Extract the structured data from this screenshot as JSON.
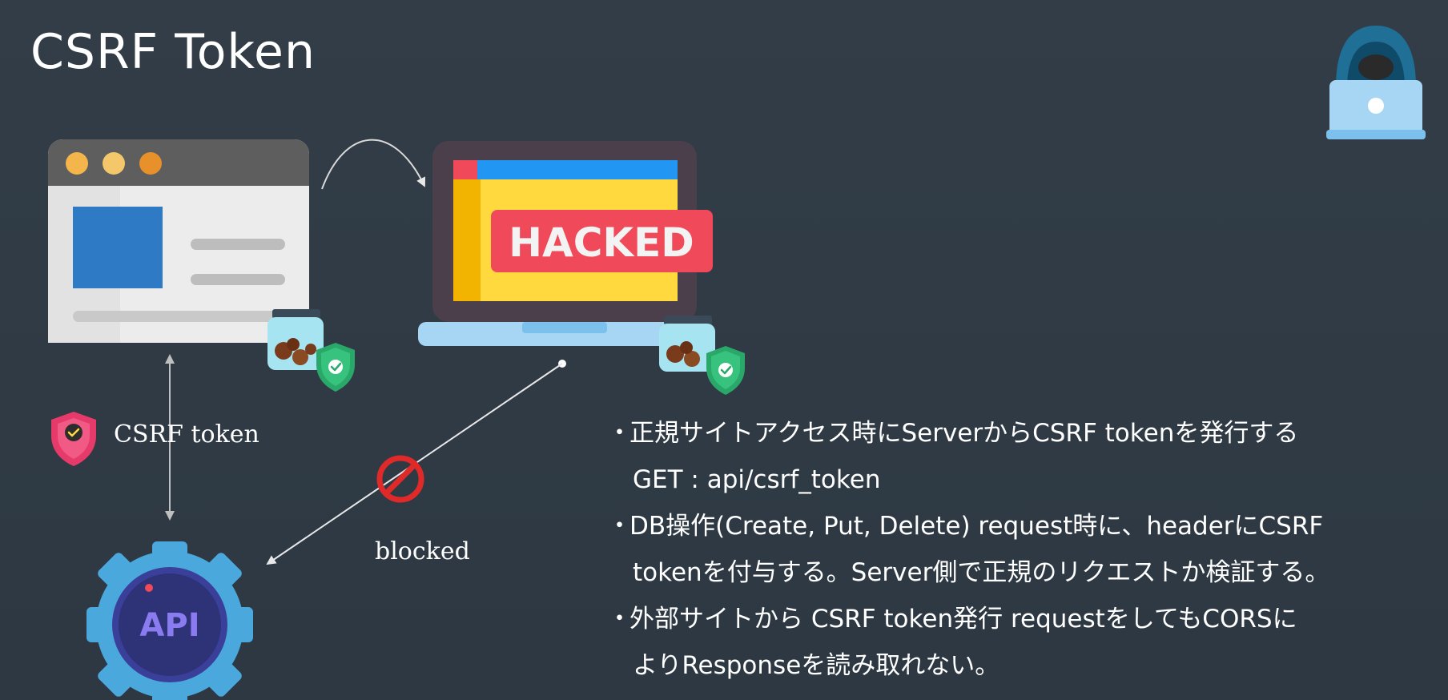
{
  "slide": {
    "title": "CSRF Token"
  },
  "diagram": {
    "browser_label": "",
    "hacked_label": "HACKED",
    "csrf_token_label": "CSRF token",
    "blocked_label": "blocked",
    "api_label": "API"
  },
  "bullets": [
    {
      "dot": "・",
      "lines": [
        "正規サイトアクセス時にServerからCSRF tokenを発行する",
        "GET : api/csrf_token"
      ]
    },
    {
      "dot": "・",
      "lines": [
        "DB操作(Create, Put, Delete) request時に、headerにCSRF",
        "tokenを付与する。Server側で正規のリクエストか検証する。"
      ]
    },
    {
      "dot": "・",
      "lines": [
        "外部サイトから CSRF token発行 requestをしてもCORSに",
        "よりResponseを読み取れない。"
      ]
    }
  ],
  "colors": {
    "background": "#2f3a44",
    "hacked_red": "#f04a5a",
    "screen_yellow": "#ffd93d",
    "api_blue": "#4aa8dc",
    "api_text": "#8b7bf0",
    "blocked_red": "#e02a2a"
  }
}
